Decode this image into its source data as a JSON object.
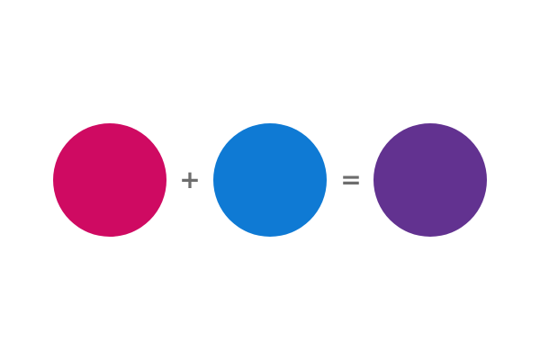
{
  "equation": {
    "left_color": {
      "name": "magenta",
      "hex": "#cf0a62"
    },
    "plus_symbol": "+",
    "right_color": {
      "name": "blue",
      "hex": "#0f7ad4"
    },
    "equals_symbol": "=",
    "result_color": {
      "name": "purple",
      "hex": "#623290"
    },
    "operator_color": "#6d6d6d"
  }
}
